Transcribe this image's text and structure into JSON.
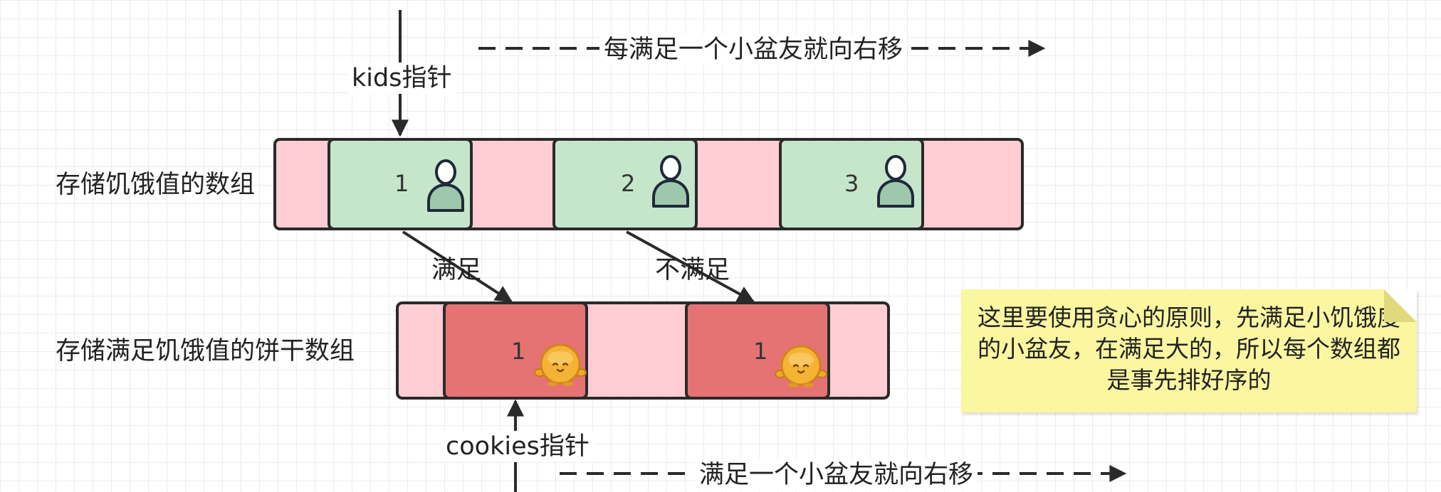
{
  "top": {
    "kids_pointer_label": "kids指针",
    "kids_move_label": "每满足一个小盆友就向右移"
  },
  "rows": {
    "kids_row_label": "存储饥饿值的数组",
    "cookies_row_label": "存储满足饥饿值的饼干数组"
  },
  "kids": [
    {
      "value": "1",
      "icon": "person-icon"
    },
    {
      "value": "2",
      "icon": "person-icon"
    },
    {
      "value": "3",
      "icon": "person-icon"
    }
  ],
  "cookies": [
    {
      "value": "1",
      "icon": "cookie-icon"
    },
    {
      "value": "1",
      "icon": "cookie-icon"
    }
  ],
  "relations": {
    "satisfied_label": "满足",
    "not_satisfied_label": "不满足"
  },
  "bottom": {
    "cookies_pointer_label": "cookies指针",
    "cookies_move_label": "满足一个小盆友就向右移"
  },
  "note": {
    "text": "这里要使用贪心的原则，先满足小饥饿度的小盆友，在满足大的，所以每个数组都是事先排好序的"
  },
  "colors": {
    "kid_cell": "#c6e6cc",
    "cookie_cell": "#e57373",
    "array_background": "#ffcdd3",
    "note_background": "#fbf6a0",
    "stroke": "#2a2a2a"
  }
}
